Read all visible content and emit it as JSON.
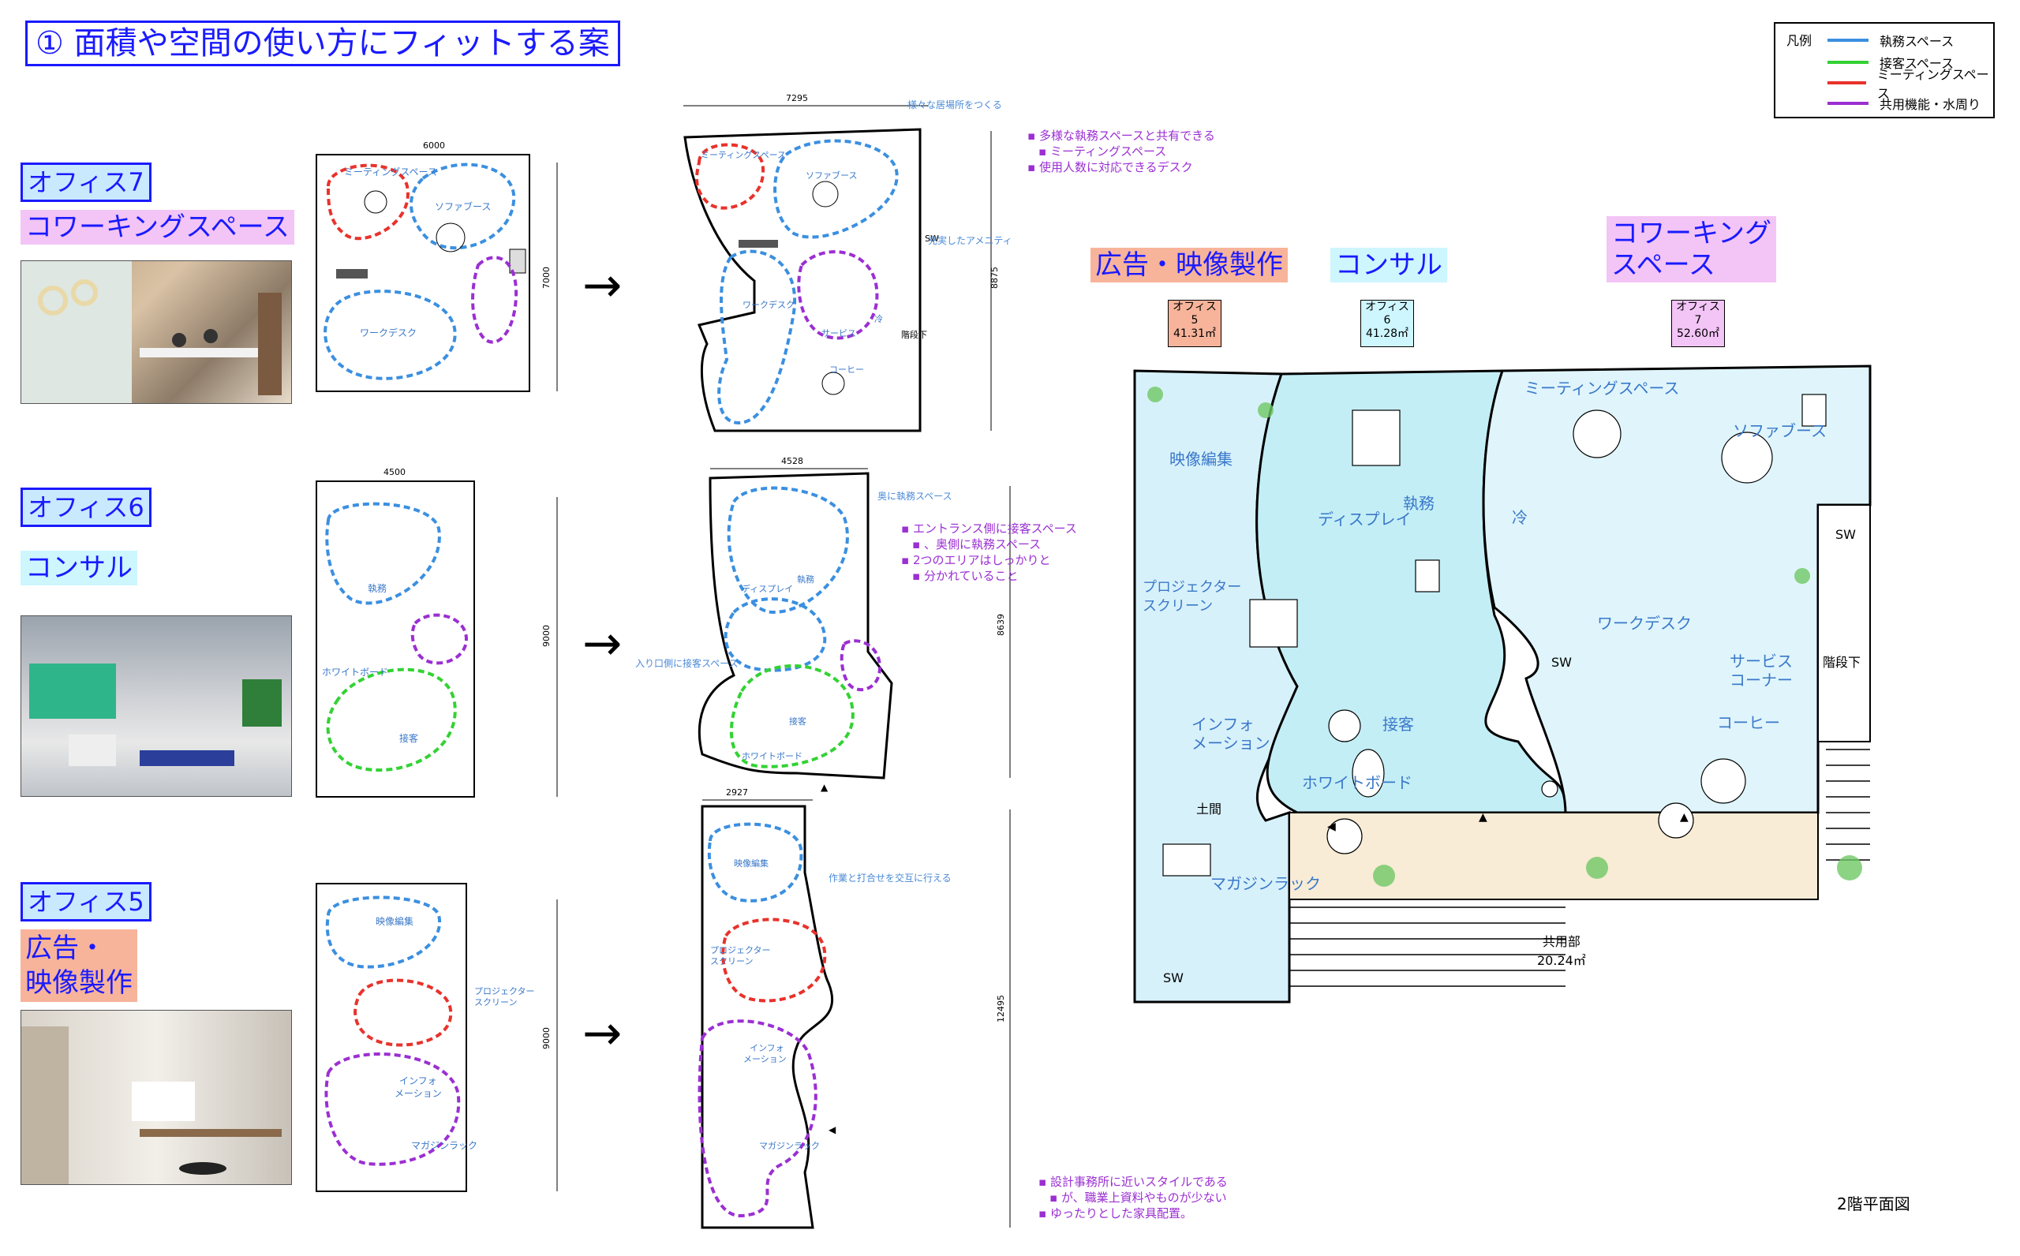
{
  "title": "① 面積や空間の使い方にフィットする案",
  "legend": {
    "head": "凡例",
    "items": [
      {
        "label": "執務スペース",
        "color": "#3b8fe0"
      },
      {
        "label": "接客スペース",
        "color": "#33d233"
      },
      {
        "label": "ミーティングスペース",
        "color": "#e8322b"
      },
      {
        "label": "共用機能・水周り",
        "color": "#9b2fd2"
      }
    ]
  },
  "offices": [
    {
      "name": "オフィス7",
      "type": "コワーキングスペース"
    },
    {
      "name": "オフィス6",
      "type": "コンサル"
    },
    {
      "name": "オフィス5",
      "type": "広告・映像製作",
      "type_l1": "広告・",
      "type_l2": "映像製作"
    }
  ],
  "plan7": {
    "dim_w": "6000",
    "dim_h": "7000",
    "zones": [
      "ミーティングスペース",
      "ソファブース",
      "ワークデスク"
    ],
    "after_dim_w": "7295",
    "after_dim_h": "8875",
    "after_labels": [
      "ミーティングスペース",
      "ソファブース",
      "ワークデスク",
      "サービス",
      "コーヒー",
      "冷",
      "SW",
      "階段下"
    ],
    "callouts": [
      "様々な居場所をつくる",
      "充実したアメニティ"
    ],
    "notes": [
      "多様な執務スペースと共有できる",
      "ミーティングスペース",
      "使用人数に対応できるデスク"
    ]
  },
  "plan6": {
    "dim_w": "4500",
    "dim_h": "9000",
    "zones": [
      "執務",
      "ホワイトボード",
      "接客"
    ],
    "after_dim_w": "4528",
    "after_dim_h": "8639",
    "after_labels": [
      "執務",
      "ディスプレイ",
      "接客",
      "ホワイトボード"
    ],
    "callouts": [
      "奥に執務スペース",
      "入り口側に接客スペース"
    ],
    "notes": [
      "エントランス側に接客スペース",
      "、奥側に執務スペース",
      "2つのエリアはしっかりと",
      "分かれていること"
    ]
  },
  "plan5": {
    "dim_w": "2927",
    "dim_h": "9000",
    "zones": [
      "映像編集",
      "プロジェクター",
      "スクリーン",
      "インフォ",
      "メーション",
      "マガジンラック"
    ],
    "after_dim_h": "12495",
    "after_labels": [
      "映像編集",
      "プロジェクター",
      "スクリーン",
      "インフォ",
      "メーション",
      "マガジンラック"
    ],
    "callouts": [
      "作業と打合せを交互に行える"
    ],
    "notes": [
      "設計事務所に近いスタイルである",
      "が、職業上資料やものが少ない",
      "ゆったりとした家具配置。"
    ]
  },
  "floor": {
    "headers": [
      {
        "label": "広告・映像製作",
        "box_l1": "オフィス",
        "box_l2": "5",
        "box_l3": "41.31㎡",
        "color": "#f7b49b"
      },
      {
        "label": "コンサル",
        "box_l1": "オフィス",
        "box_l2": "6",
        "box_l3": "41.28㎡",
        "color": "#cdf6ff"
      },
      {
        "label_l1": "コワーキング",
        "label_l2": "スペース",
        "box_l1": "オフィス",
        "box_l2": "7",
        "box_l3": "52.60㎡",
        "color": "#f3c4f6"
      }
    ],
    "labels": {
      "eizo": "映像編集",
      "proj1": "プロジェクター",
      "proj2": "スクリーン",
      "info1": "インフォ",
      "info2": "メーション",
      "doma": "土間",
      "magazine": "マガジンラック",
      "display": "ディスプレイ",
      "shitsumu": "執務",
      "sekkyaku": "接客",
      "whiteboard": "ホワイトボード",
      "meeting": "ミーティングスペース",
      "sofa": "ソファブース",
      "work": "ワークデスク",
      "service1": "サービス",
      "service2": "コーナー",
      "coffee": "コーヒー",
      "rei": "冷",
      "sw": "SW",
      "kaidan": "階段下",
      "common1": "共用部",
      "common2": "20.24㎡"
    },
    "caption": "2階平面図"
  }
}
